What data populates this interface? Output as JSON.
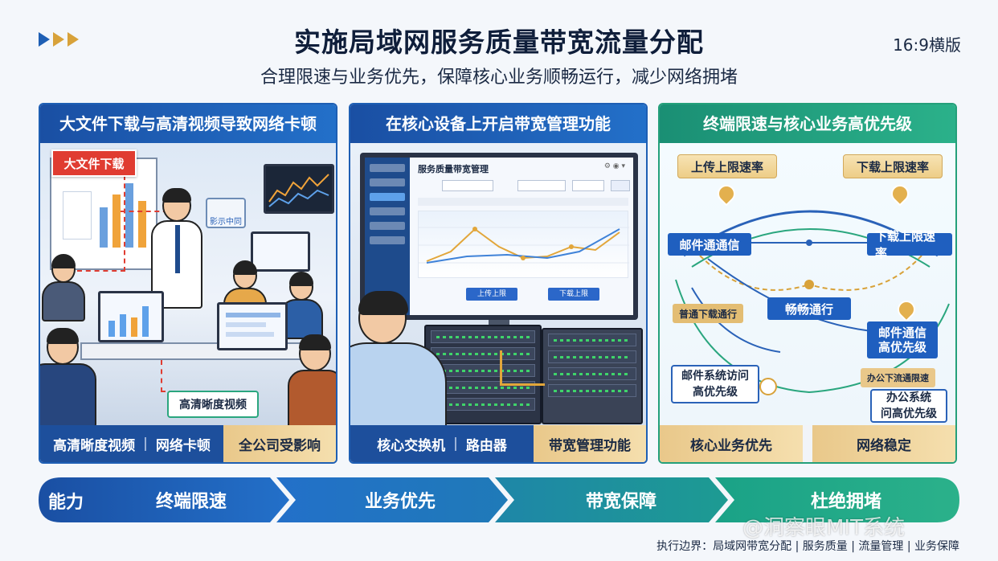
{
  "header": {
    "title": "实施局域网服务质量带宽流量分配",
    "subtitle": "合理限速与业务优先，保障核心业务顺畅运行，减少网络拥堵",
    "ratio": "16:9横版"
  },
  "panels": [
    {
      "title": "大文件下载与高清视频导致网络卡顿",
      "labels": {
        "big_file": "大文件下载",
        "hd_video": "高清晰度视频",
        "sign": "影示中同"
      },
      "footer": [
        "高清晰度视频",
        "网络卡顿",
        "全公司受影响"
      ]
    },
    {
      "title": "在核心设备上开启带宽管理功能",
      "screen": {
        "app_name": "服务质量带宽管理",
        "btn_up": "上传上限",
        "btn_down": "下载上限"
      },
      "footer": [
        "核心交换机",
        "路由器",
        "带宽管理功能"
      ]
    },
    {
      "title": "终端限速与核心业务高优先级",
      "diagram": {
        "upload_limit": "上传上限速率",
        "download_limit_top": "下载上限速率",
        "mail_pass": "邮件通通信",
        "download_limit_mid": "下载上限速率",
        "normal_download": "普通下载通行",
        "smooth": "畅畅通行",
        "mail_priority": "邮件通信\n高优先级",
        "mail_access": "邮件系统访问\n高优先级",
        "office_limit": "办公下流通限速",
        "office_priority": "办公系统\n问高优先级"
      },
      "footer": [
        "核心业务优先",
        "网络稳定"
      ]
    }
  ],
  "flow": {
    "label": "能力",
    "steps": [
      "终端限速",
      "业务优先",
      "带宽保障",
      "杜绝拥堵"
    ]
  },
  "watermark": "@洞察眼MIT系统",
  "footnote": "执行边界：局域网带宽分配 | 服务质量 | 流量管理 | 业务保障"
}
